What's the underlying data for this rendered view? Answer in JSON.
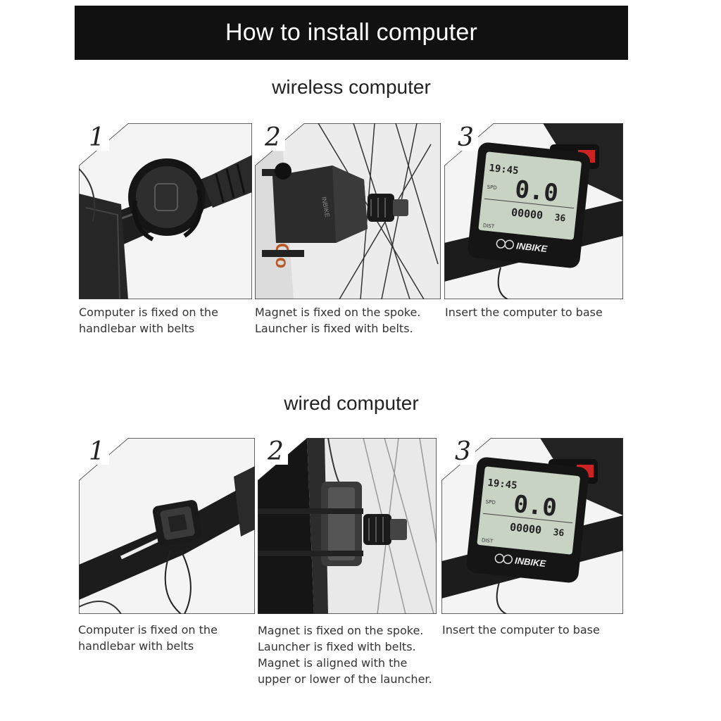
{
  "banner": {
    "title": "How to install computer"
  },
  "sections": [
    {
      "title": "wireless computer",
      "steps": [
        {
          "number": "1",
          "caption_lines": [
            "Computer is fixed on the",
            "handlebar with belts"
          ]
        },
        {
          "number": "2",
          "caption_lines": [
            "Magnet is fixed on the spoke.",
            "Launcher is fixed with belts."
          ]
        },
        {
          "number": "3",
          "caption_lines": [
            "Insert the computer to base"
          ]
        }
      ]
    },
    {
      "title": "wired computer",
      "steps": [
        {
          "number": "1",
          "caption_lines": [
            "Computer is fixed on the",
            "handlebar with belts"
          ]
        },
        {
          "number": "2",
          "caption_lines": [
            "Magnet is fixed on the spoke.",
            "Launcher is fixed with belts.",
            "Magnet is aligned with the",
            "upper or lower of the launcher."
          ]
        },
        {
          "number": "3",
          "caption_lines": [
            "Insert the computer to base"
          ]
        }
      ]
    }
  ],
  "display": {
    "time": "19:45",
    "speed": "0.0",
    "odometer": "00000",
    "odometer_decimal": "36",
    "spd_label": "SPD",
    "dist_label": "DIST",
    "brand": "INBIKE"
  },
  "sensor_text": "INBIKE",
  "colors": {
    "banner_bg": "#111111",
    "banner_text": "#ffffff",
    "lcd": "#c9d3c4"
  }
}
